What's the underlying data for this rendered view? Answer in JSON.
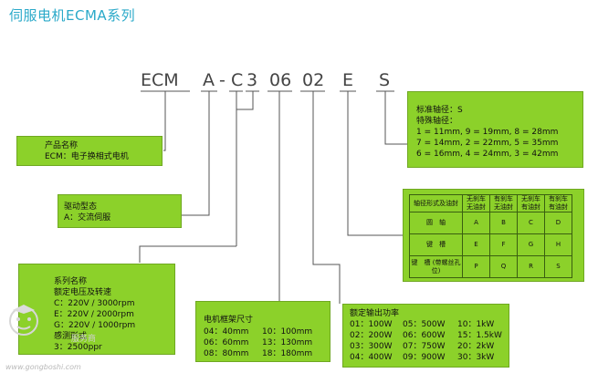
{
  "title": "伺服电机ECMA系列",
  "code_parts": [
    "ECM",
    "A",
    "-",
    "C",
    "3",
    "06",
    "02",
    "E",
    "S"
  ],
  "product_name": {
    "lines": [
      "产品名称",
      "ECM：电子换相式电机"
    ]
  },
  "drive": {
    "lines": [
      "驱动型态",
      "A：交流伺服"
    ]
  },
  "series": {
    "lines": [
      "系列名称",
      "额定电压及转速",
      "C：220V / 3000rpm",
      "E：220V / 2000rpm",
      "G：220V / 1000rpm",
      "感测形式",
      "3：2500ppr"
    ]
  },
  "frame": {
    "title": "电机框架尺寸",
    "rows": [
      [
        "04：40mm",
        "10：100mm"
      ],
      [
        "06：60mm",
        "13：130mm"
      ],
      [
        "08：80mm",
        "18：180mm"
      ]
    ]
  },
  "power": {
    "title": "额定输出功率",
    "rows": [
      [
        "01：100W",
        "05：500W",
        "10：1kW"
      ],
      [
        "02：200W",
        "06：600W",
        "15：1.5kW"
      ],
      [
        "03：300W",
        "07：750W",
        "20：2kW"
      ],
      [
        "04：400W",
        "09：900W",
        "30：3kW"
      ]
    ]
  },
  "shaft": {
    "lines": [
      "标准轴径：S",
      "特殊轴径：",
      "1 = 11mm, 9 = 19mm, 8 = 28mm",
      "7 = 14mm, 2 = 22mm, 5 = 35mm",
      "6 = 16mm, 4 = 24mm, 3 = 42mm"
    ]
  },
  "oil_table": {
    "header": [
      "轴径形式及油封",
      "无刹车 无油封",
      "有刹车 无油封",
      "无刹车 有油封",
      "有刹车 有油封"
    ],
    "rows": [
      [
        "圆　轴",
        "A",
        "B",
        "C",
        "D"
      ],
      [
        "键　槽",
        "E",
        "F",
        "G",
        "H"
      ],
      [
        "键　槽 (带螺丝孔位)",
        "P",
        "Q",
        "R",
        "S"
      ]
    ]
  },
  "watermark": {
    "url": "www.gongboshi.com",
    "cn": "服务商"
  },
  "colors": {
    "box_green": "#8cd12a",
    "title_blue": "#2aa9c9",
    "line": "#555555"
  }
}
